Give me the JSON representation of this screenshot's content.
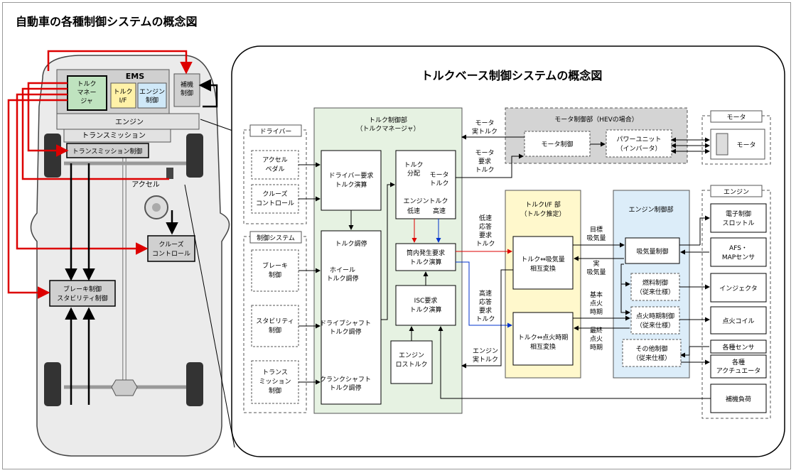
{
  "page": {
    "title": "自動車の各種制御システムの概念図"
  },
  "car": {
    "ems": "EMS",
    "torque_manager": [
      "トルク",
      "マネー",
      "ジャ"
    ],
    "torque_if": [
      "トルク",
      "I/F"
    ],
    "engine_control": [
      "エンジン",
      "制御"
    ],
    "aux_control": [
      "補機",
      "制御"
    ],
    "engine": "エンジン",
    "transmission": "トランスミッション",
    "transmission_control": "トランスミッション制御",
    "accel": "アクセル",
    "cruise_control": [
      "クルーズ",
      "コントロール"
    ],
    "brake_control": [
      "ブレーキ制御",
      "スタビリティ制御"
    ]
  },
  "diagram": {
    "title": "トルクベース制御システムの概念図",
    "driver": {
      "title": "ドライバー",
      "accel_pedal": [
        "アクセル",
        "ペダル"
      ],
      "cruise": [
        "クルーズ",
        "コントロール"
      ]
    },
    "control_system": {
      "title": "制御システム",
      "brake": [
        "ブレーキ",
        "制御"
      ],
      "stability": [
        "スタビリティ",
        "制御"
      ],
      "transmission": [
        "トランス",
        "ミッション",
        "制御"
      ]
    },
    "torque_control_unit": {
      "title": [
        "トルク制御部",
        "（トルクマネージャ）"
      ]
    },
    "driver_req_torque": [
      "ドライバー要求",
      "トルク演算"
    ],
    "torque_arbitration": "トルク調停",
    "wheel_torque": [
      "ホイール",
      "トルク調停"
    ],
    "driveshaft_torque": [
      "ドライブシャフト",
      "トルク調停"
    ],
    "crankshaft_torque": [
      "クランクシャフト",
      "トルク調停"
    ],
    "torque_dist": {
      "left": [
        "トルク",
        "分配"
      ],
      "motor": [
        "モータ",
        "トルク"
      ],
      "engine_torque": "エンジントルク",
      "low": "低速",
      "high": "高速"
    },
    "cyl_req_torque": [
      "筒内発生要求",
      "トルク演算"
    ],
    "isc_req_torque": [
      "ISC要求",
      "トルク演算"
    ],
    "engine_loss": [
      "エンジン",
      "ロストルク"
    ],
    "motor_actual_torque": [
      "モータ",
      "実トルク"
    ],
    "motor_req_torque": [
      "モータ",
      "要求",
      "トルク"
    ],
    "motor_control_unit": {
      "title": "モータ制御部（HEVの場合）",
      "motor_control": "モータ制御",
      "power_unit": [
        "パワーユニット",
        "（インバータ）"
      ]
    },
    "motor": {
      "title": "モータ",
      "label": "モータ"
    },
    "low_speed_req": [
      "低速",
      "応答",
      "要求",
      "トルク"
    ],
    "high_speed_req": [
      "高速",
      "応答",
      "要求",
      "トルク"
    ],
    "engine_actual_torque": [
      "エンジン",
      "実トルク"
    ],
    "torque_if_unit": {
      "title": [
        "トルクI/F 部",
        "（トルク推定）"
      ],
      "air_conv": [
        "トルク⇔吸気量",
        "相互変換"
      ],
      "ign_conv": [
        "トルク⇔点火時期",
        "相互変換"
      ]
    },
    "target_air": [
      "目標",
      "吸気量"
    ],
    "actual_air": [
      "実",
      "吸気量"
    ],
    "base_ign": [
      "基本",
      "点火",
      "時期"
    ],
    "final_ign": [
      "最終",
      "点火",
      "時期"
    ],
    "engine_control_unit": {
      "title": "エンジン制御部",
      "air_control": "吸気量制御",
      "fuel_control": [
        "燃料制御",
        "（従来仕様）"
      ],
      "ign_control": [
        "点火時期制御",
        "（従来仕様）"
      ],
      "other_control": [
        "その他制御",
        "（従来仕様）"
      ]
    },
    "engine_box": {
      "title": "エンジン",
      "throttle": [
        "電子制御",
        "スロットル"
      ],
      "afs": [
        "AFS・",
        "MAPセンサ"
      ],
      "injector": "インジェクタ",
      "coil": "点火コイル",
      "sensors": "各種センサ",
      "actuators": [
        "各種",
        "アクチュエータ"
      ],
      "aux_load": "補機負荷"
    }
  },
  "colors": {
    "red": "#dd0000",
    "blue": "#0033cc",
    "green_fill": "#e6f2e2",
    "yellow_fill": "#fff8cc",
    "blue_fill": "#dcedf9",
    "gray_fill": "#d4d4d4"
  }
}
